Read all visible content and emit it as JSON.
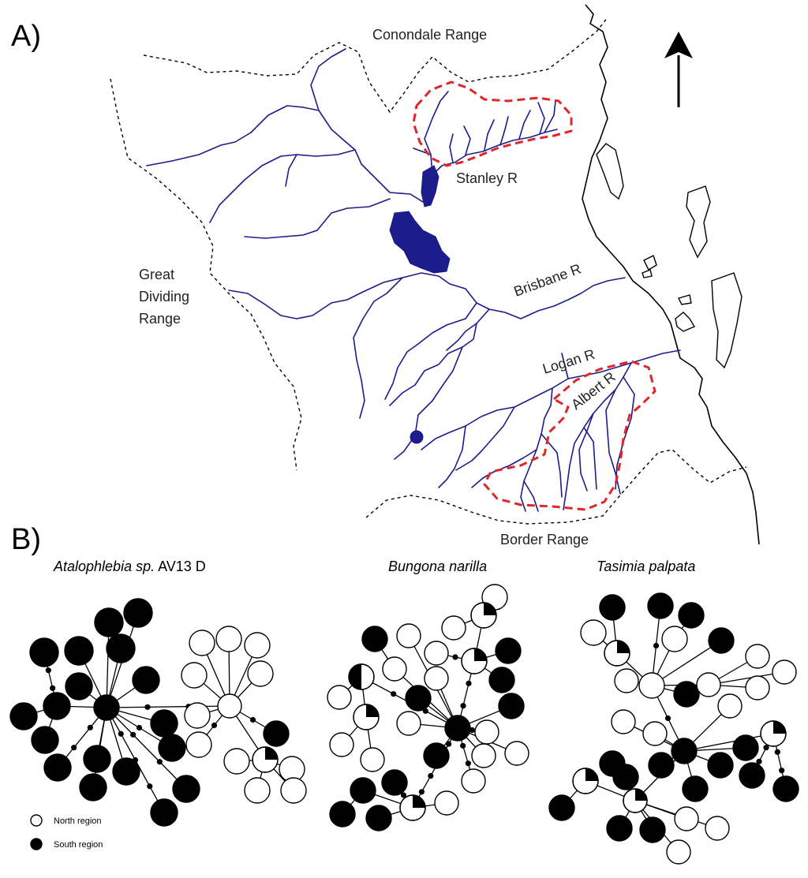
{
  "figure": {
    "panel_a_label": "A)",
    "panel_b_label": "B)"
  },
  "map": {
    "labels": {
      "conondale": "Conondale Range",
      "stanley": "Stanley R",
      "great_dividing": [
        "Great",
        "Dividing",
        "Range"
      ],
      "brisbane": "Brisbane R",
      "logan": "Logan R",
      "albert": "Albert R",
      "border": "Border Range"
    },
    "colors": {
      "river": "#1c1c8a",
      "study_area": "#e0262a",
      "coast": "#000000",
      "range": "#000000"
    },
    "north_arrow_icon": "north-arrow-icon"
  },
  "networks": {
    "titles": [
      {
        "italic": "Atalophlebia sp.",
        "plain": " AV13 D"
      },
      {
        "italic": "Bungona narilla",
        "plain": ""
      },
      {
        "italic": "Tasimia palpata",
        "plain": ""
      }
    ],
    "legend": {
      "north": "North region",
      "south": "South region"
    },
    "colors": {
      "north": "#ffffff",
      "south": "#000000"
    }
  }
}
